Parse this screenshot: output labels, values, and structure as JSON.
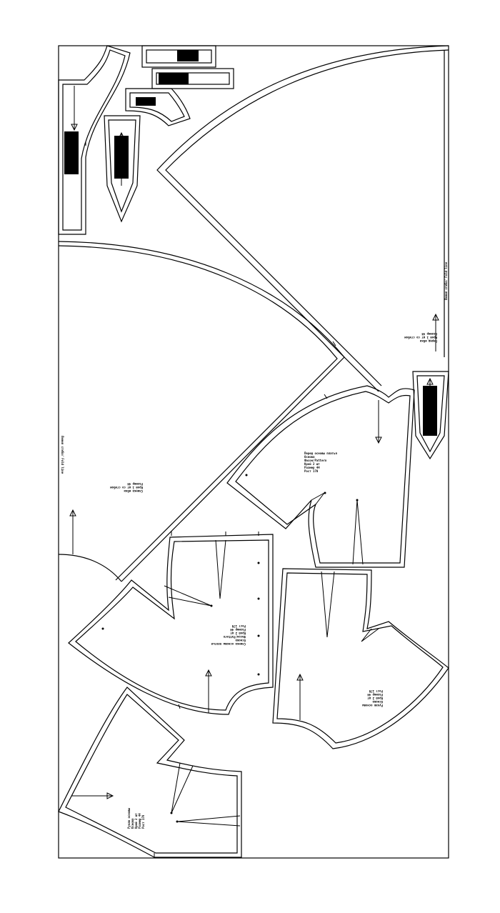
{
  "sheet": {
    "fold_line_label": "Линия сгиба/ Fold line"
  },
  "pieces": [
    {
      "id": "front",
      "label_lines": [
        "Перед основы платья",
        "Основа",
        "Фасон/Pattern",
        "Крой 2 шт",
        "Размер 44",
        "Рост 170"
      ]
    },
    {
      "id": "back",
      "label_lines": [
        "Спинка основы платья",
        "Основа",
        "Фасон/Pattern",
        "Крой 2 шт",
        "Размер 44",
        "Рост 170"
      ]
    },
    {
      "id": "skirt_front",
      "label_lines": [
        "Перед юбки",
        "Крой 1 шт со сгибом",
        "Размер 44"
      ]
    },
    {
      "id": "skirt_back",
      "label_lines": [
        "Спинка юбки",
        "Крой 1 шт со сгибом",
        "Размер 44"
      ]
    },
    {
      "id": "sleeve_left",
      "label_lines": [
        "Рукав основы",
        "Основа",
        "Крой 2 шт",
        "Размер 44",
        "Рост 170"
      ]
    },
    {
      "id": "sleeve_right",
      "label_lines": [
        "Рукав основы",
        "Основа",
        "Крой 2 шт",
        "Размер 44",
        "Рост 170"
      ]
    }
  ]
}
